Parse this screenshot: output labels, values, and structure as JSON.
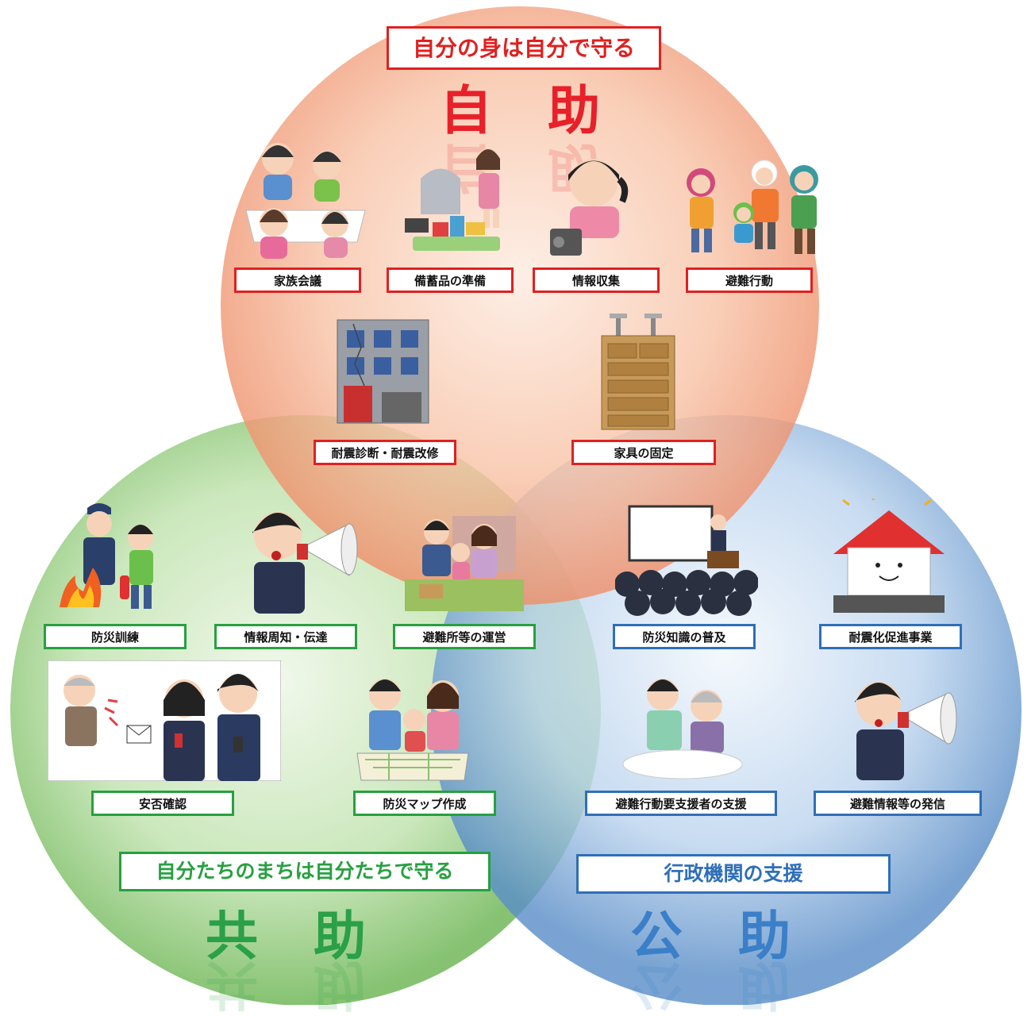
{
  "jijo": {
    "slogan": "自分の身は自分で守る",
    "title": "自助",
    "items": [
      "家族会議",
      "備蓄品の準備",
      "情報収集",
      "避難行動",
      "耐震診断・耐震改修",
      "家具の固定"
    ]
  },
  "kyojo": {
    "slogan": "自分たちのまちは自分たちで守る",
    "title": "共助",
    "items": [
      "防災訓練",
      "情報周知・伝達",
      "避難所等の運営",
      "安否確認",
      "防災マップ作成"
    ]
  },
  "kojo": {
    "slogan": "行政機関の支援",
    "title": "公助",
    "items": [
      "防災知識の普及",
      "耐震化促進事業",
      "避難行動要支援者の支援",
      "避難情報等の発信"
    ]
  },
  "colors": {
    "red": "#e02020",
    "green": "#27a040",
    "blue": "#2f6fb8",
    "jijo_circle": "#f4a27c",
    "kyojo_circle": "#9fd08f",
    "kojo_circle": "#7eaad8"
  }
}
